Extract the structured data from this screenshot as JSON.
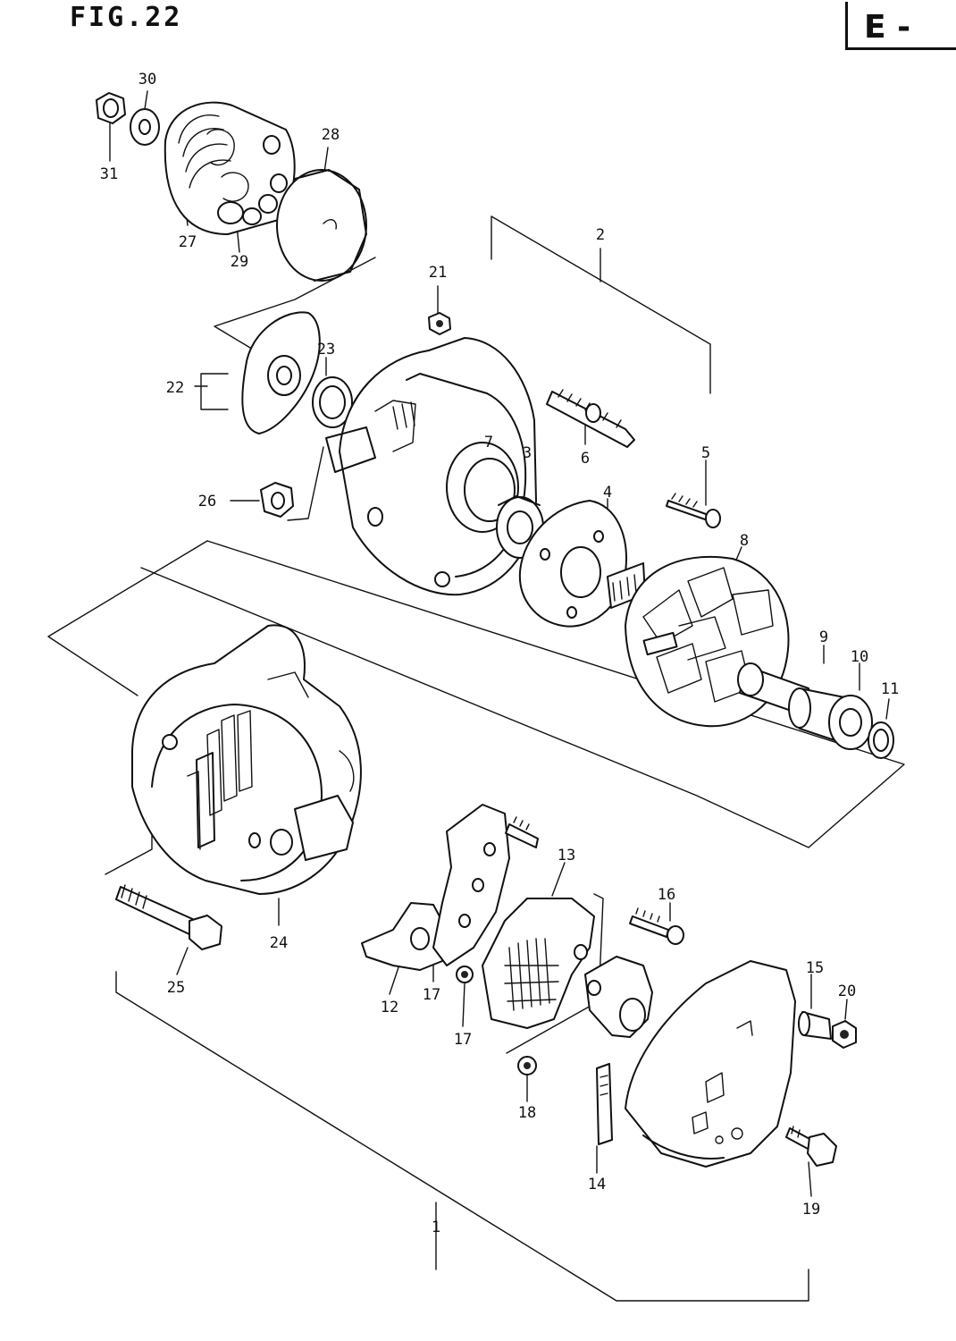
{
  "figure": {
    "title": "FIG.22",
    "section": "E -"
  },
  "callouts": [
    "1",
    "2",
    "3",
    "4",
    "5",
    "6",
    "7",
    "8",
    "9",
    "10",
    "11",
    "12",
    "13",
    "14",
    "15",
    "16",
    "17",
    "17",
    "18",
    "19",
    "20",
    "21",
    "22",
    "23",
    "24",
    "25",
    "26",
    "27",
    "28",
    "29",
    "30",
    "31"
  ]
}
